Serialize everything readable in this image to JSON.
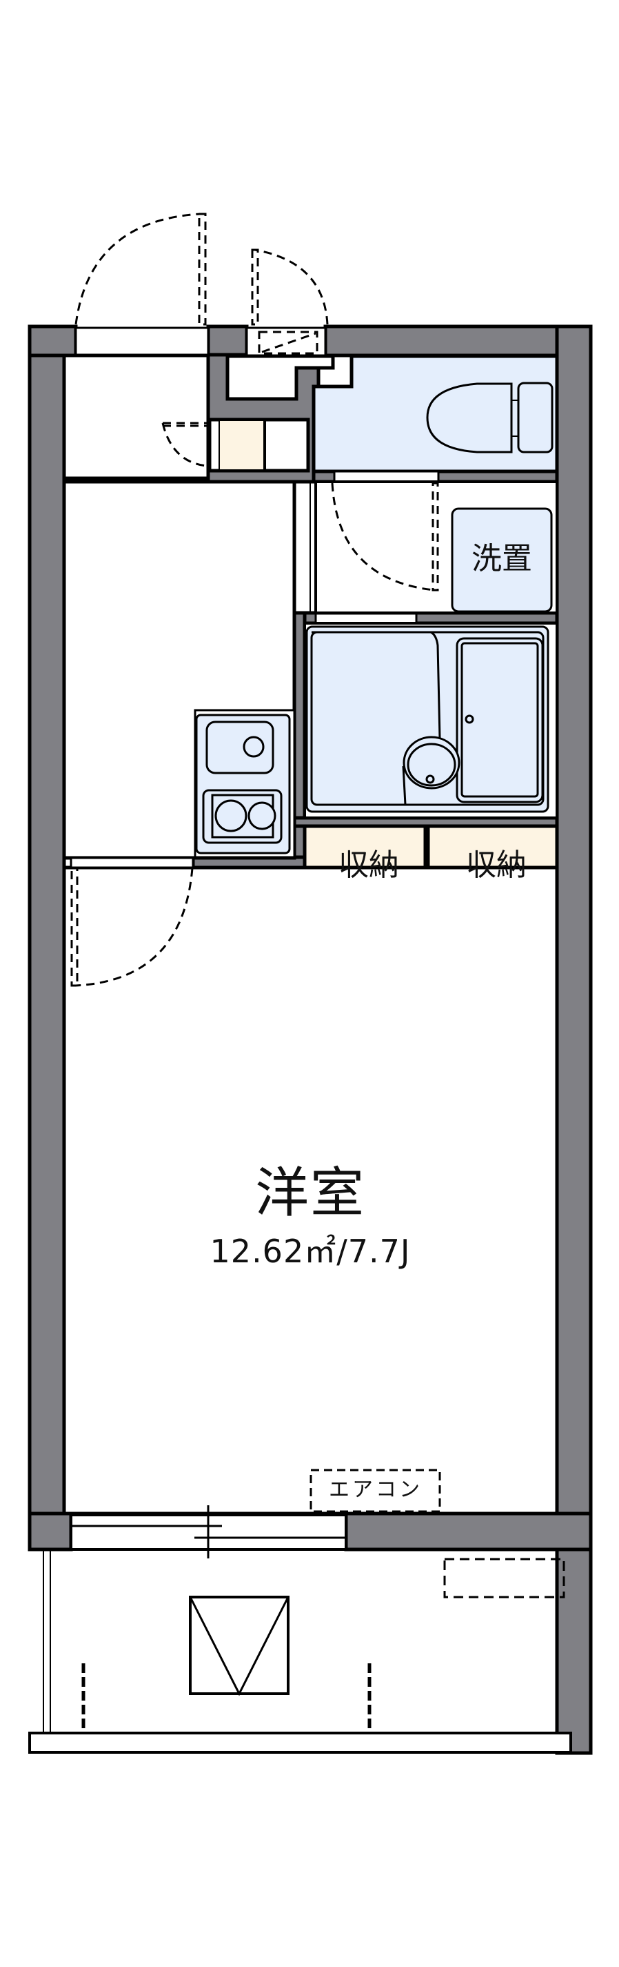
{
  "floor_plan": {
    "rooms": [
      {
        "id": "western-room",
        "name": "洋室",
        "area_text": "12.62㎡/7.7J",
        "area_sqm": 12.62,
        "size_jo": 7.7
      },
      {
        "id": "washer-place",
        "name": "洗置"
      },
      {
        "id": "storage-left",
        "name": "収納"
      },
      {
        "id": "storage-right",
        "name": "収納"
      }
    ],
    "labels": {
      "room_name": "洋室",
      "room_area": "12.62㎡/7.7J",
      "washer": "洗置",
      "storage_left": "収納",
      "storage_right": "収納",
      "aircon": "エアコン"
    },
    "fixtures": [
      "entrance-door",
      "meter-box",
      "shoe-cabinet",
      "toilet",
      "washer-place",
      "unit-bath",
      "washbasin",
      "bathtub",
      "kitchen-sink",
      "two-burner-stove",
      "storage-closets",
      "sliding-window",
      "air-conditioner",
      "balcony",
      "drain",
      "outdoor-unit"
    ],
    "colors": {
      "wall": "#808085",
      "wet_area": "#e4eefc",
      "storage": "#fdf4e3",
      "line": "#000000",
      "background": "#ffffff"
    }
  }
}
